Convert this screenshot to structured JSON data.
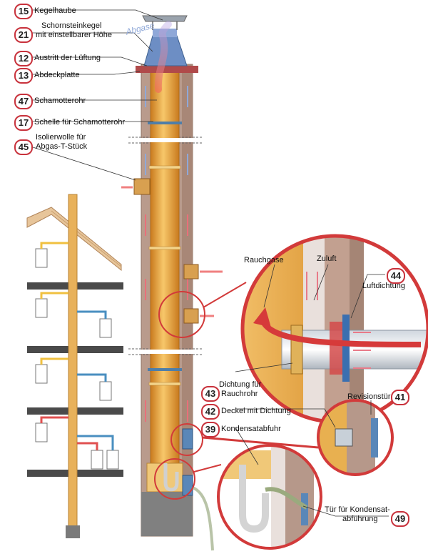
{
  "labels": [
    {
      "num": "15",
      "text": "Kegelhaube"
    },
    {
      "num": "21",
      "text": "Schornsteinkegel",
      "text2": "mit einstellbarer Höhe"
    },
    {
      "num": "12",
      "text": "Austritt der Lüftung"
    },
    {
      "num": "13",
      "text": "Abdeckplatte"
    },
    {
      "num": "47",
      "text": "Schamotterohr"
    },
    {
      "num": "17",
      "text": "Schelle für Schamotterohr"
    },
    {
      "num": "45",
      "text": "Isolierwolle für",
      "text2": "Abgas-T-Stück"
    },
    {
      "num": "44",
      "text": "Luftdichtung"
    },
    {
      "num": "43",
      "text": "Dichtung für",
      "text2": "Rauchrohr"
    },
    {
      "num": "41",
      "text": "Revisionstür"
    },
    {
      "num": "42",
      "text": "Deckel mit Dichtung"
    },
    {
      "num": "39",
      "text": "Kondensatabfuhr"
    },
    {
      "num": "49",
      "text": "Tür für Kondensat-",
      "text2": "abführung"
    }
  ],
  "callouts": {
    "rauchgase": "Rauchgase",
    "zuluft": "Zuluft",
    "abgase": "Abgase"
  },
  "colors": {
    "badge_border": "#c8323c",
    "flue": "#e8a640",
    "brick": "#b5978a",
    "zoom_circle": "#d23a3a",
    "air_arrow": "#e8707a",
    "exhaust_arrow": "#8fa8d8"
  }
}
